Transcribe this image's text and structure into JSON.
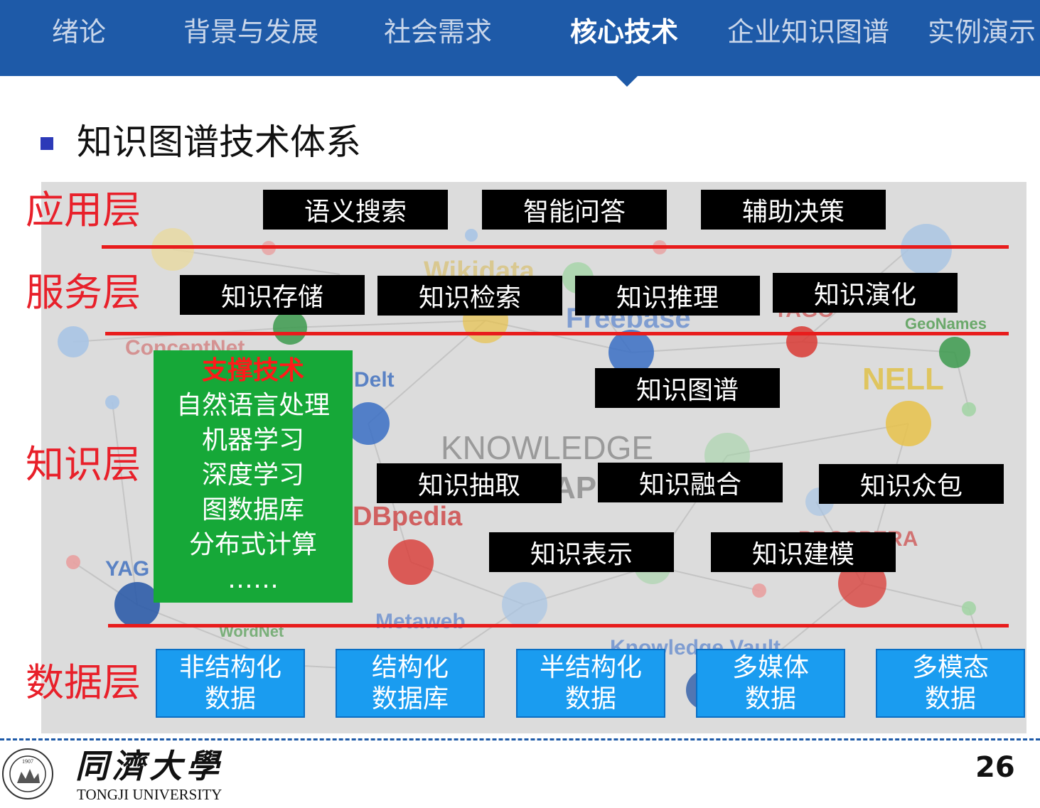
{
  "nav": {
    "items": [
      "绪论",
      "背景与发展",
      "社会需求",
      "核心技术",
      "企业知识图谱",
      "实例演示"
    ],
    "active_index": 3,
    "background": "#1e5aa8"
  },
  "slide_title": "知识图谱技术体系",
  "background_words": {
    "wikidata": "Wikidata",
    "freebase": "Freebase",
    "geonames": "GeoNames",
    "conceptnet": "ConceptNet",
    "delt": "Delt",
    "nell": "NELL",
    "knowledge": "KNOWLEDGE",
    "ap": "AP",
    "dbpedia": "DBpedia",
    "probase": "PROSPERA",
    "yago": "YAG",
    "metaweb": "Metaweb",
    "wordnet": "WordNet",
    "knowledge_vault": "Knowledge Vault",
    "yago_short": "YAGO"
  },
  "layers": {
    "application": {
      "label": "应用层",
      "items": [
        "语义搜索",
        "智能问答",
        "辅助决策"
      ]
    },
    "service": {
      "label": "服务层",
      "items": [
        "知识存储",
        "知识检索",
        "知识推理",
        "知识演化"
      ]
    },
    "knowledge": {
      "label": "知识层",
      "graph": "知识图谱",
      "row1": [
        "知识抽取",
        "知识融合",
        "知识众包"
      ],
      "row2": [
        "知识表示",
        "知识建模"
      ]
    },
    "data": {
      "label": "数据层",
      "items": [
        {
          "line1": "非结构化",
          "line2": "数据"
        },
        {
          "line1": "结构化",
          "line2": "数据库"
        },
        {
          "line1": "半结构化",
          "line2": "数据"
        },
        {
          "line1": "多媒体",
          "line2": "数据"
        },
        {
          "line1": "多模态",
          "line2": "数据"
        }
      ]
    }
  },
  "support": {
    "heading": "支撑技术",
    "items": [
      "自然语言处理",
      "机器学习",
      "深度学习",
      "图数据库",
      "分布式计算",
      "……"
    ]
  },
  "footer": {
    "university_cn": "同濟大學",
    "university_en": "TONGJI UNIVERSITY",
    "seal_year": "1907",
    "page_number": "26"
  },
  "colors": {
    "layer_label": "#e8202a",
    "separator_line": "#e81c1c",
    "black_box": "#000000",
    "support_box": "#16a838",
    "data_box": "#1a9cf0"
  }
}
